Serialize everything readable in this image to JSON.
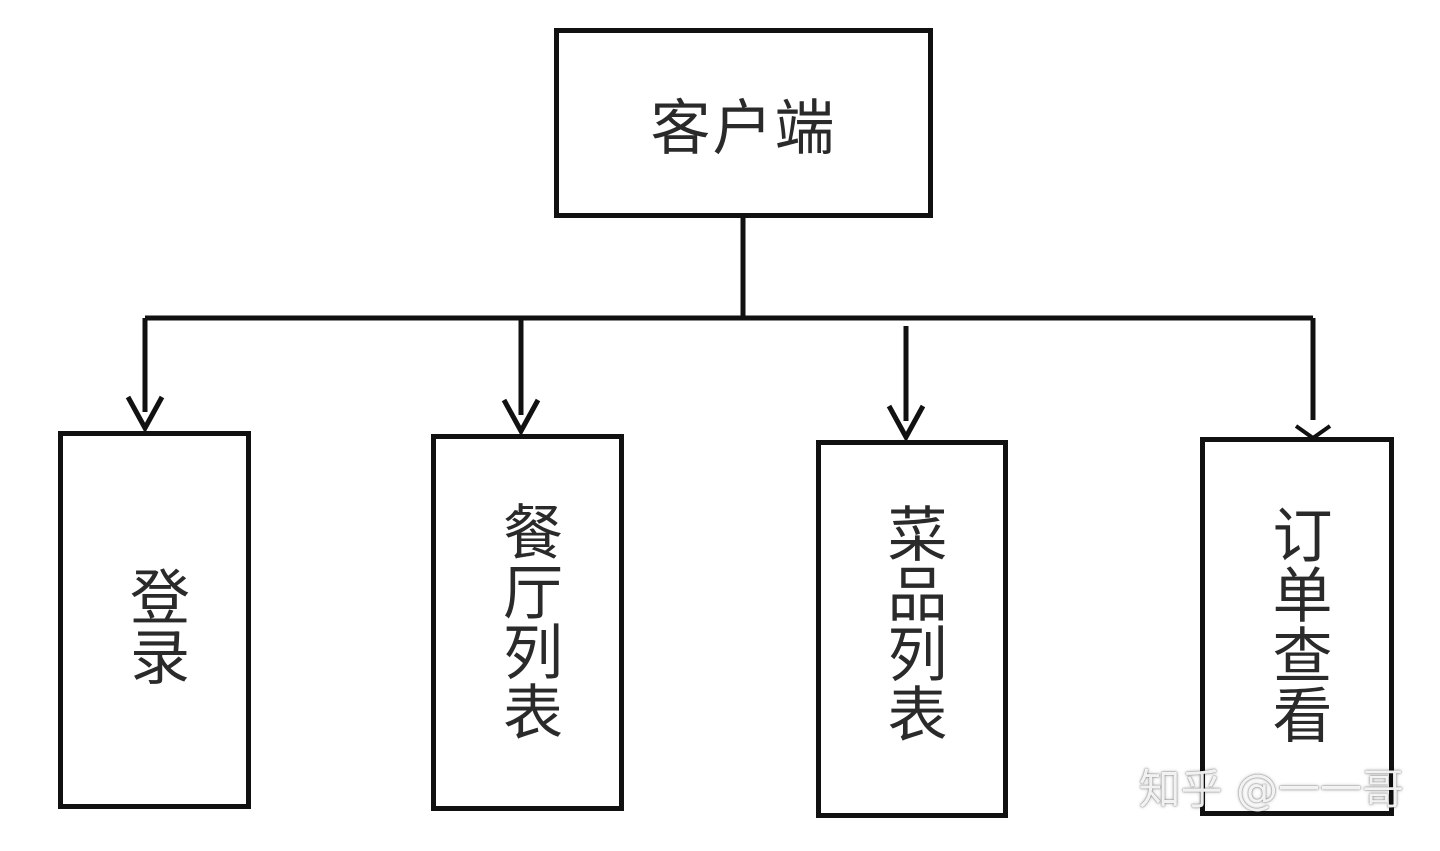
{
  "diagram": {
    "root": {
      "label": "客户端"
    },
    "children": [
      {
        "label": "登录"
      },
      {
        "label": "餐厅列表"
      },
      {
        "label": "菜品列表"
      },
      {
        "label": "订单查看"
      }
    ]
  },
  "watermark": {
    "text": "知乎 @一一哥"
  },
  "colors": {
    "line": "#111111",
    "text": "#2a2a2a",
    "background": "#ffffff"
  }
}
